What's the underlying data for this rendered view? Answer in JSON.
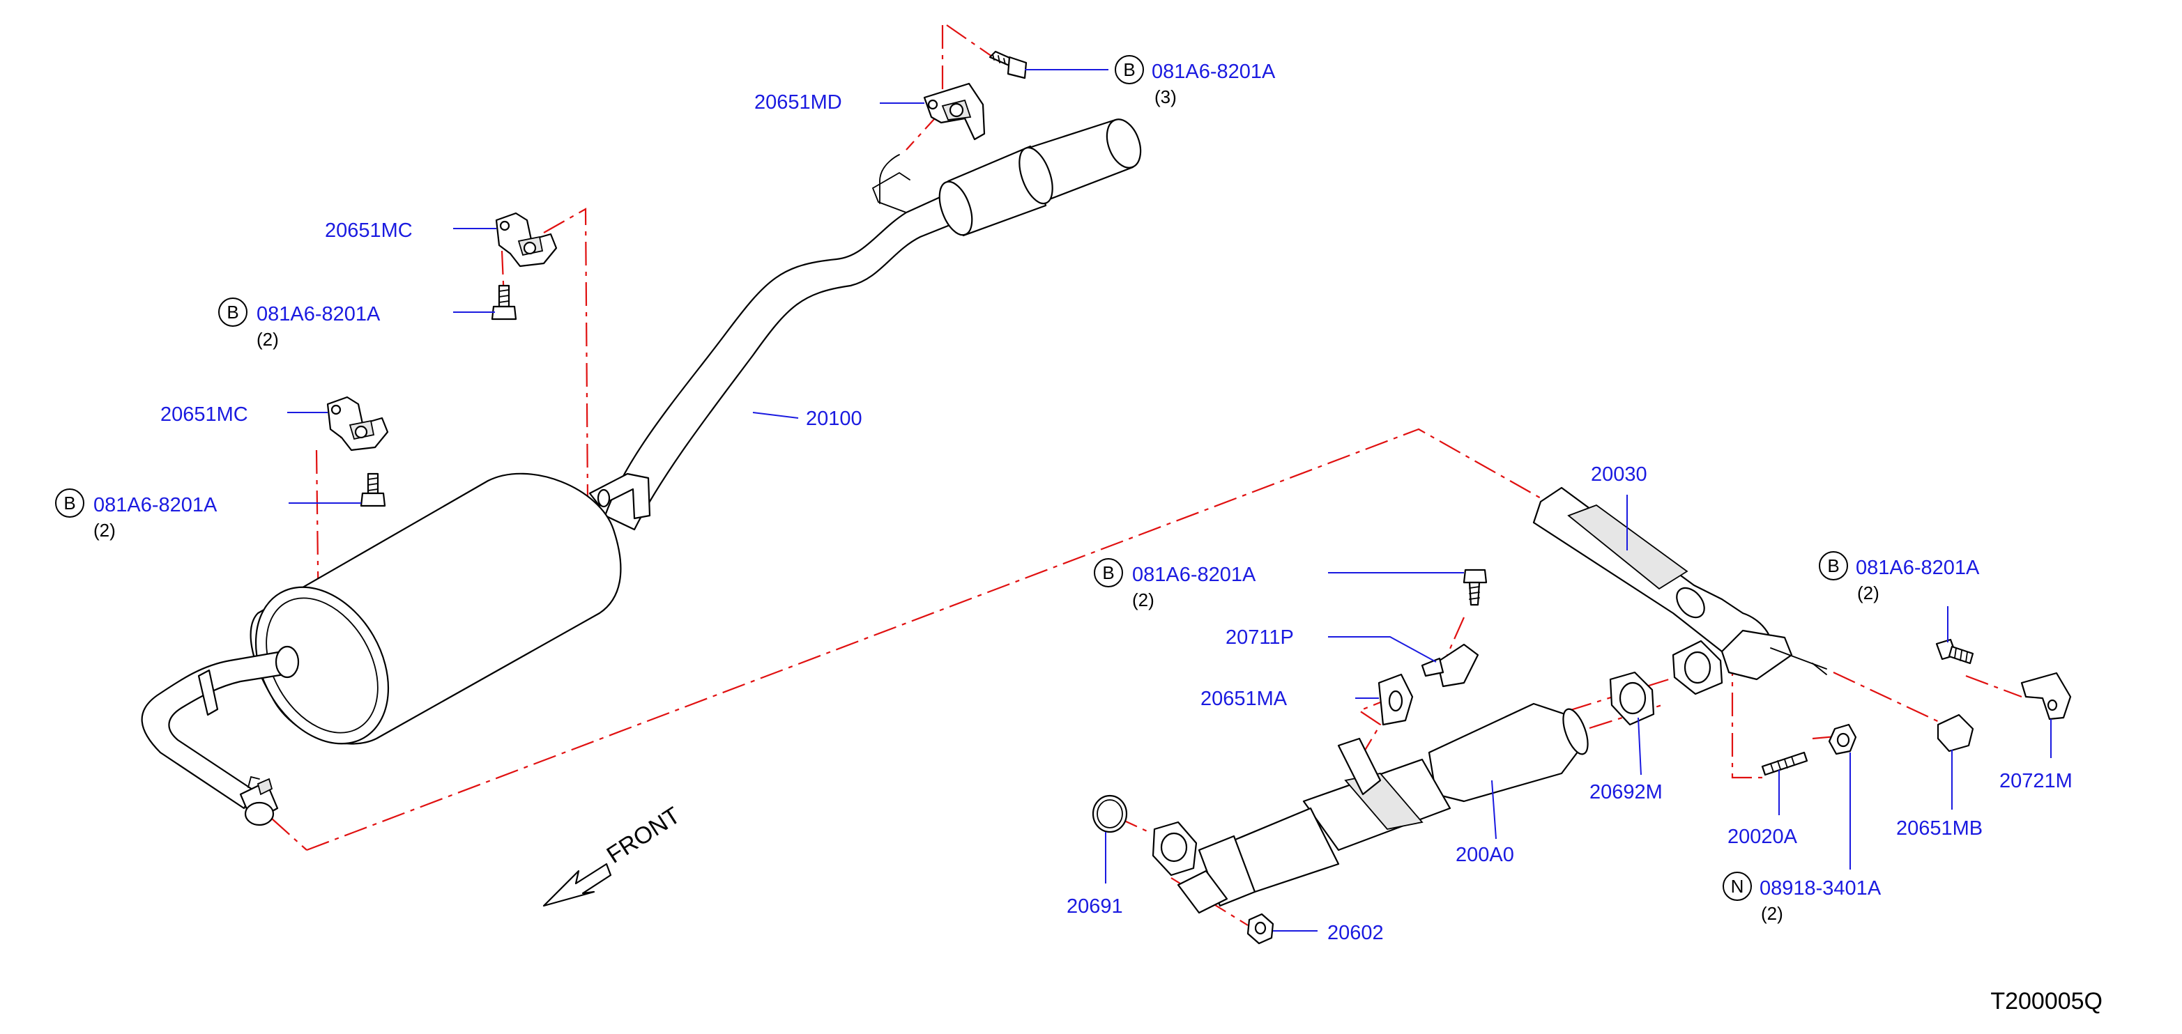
{
  "diagram_id": "T200005Q",
  "front_label": "FRONT",
  "colors": {
    "part_number": "#1a1ae0",
    "callout_line": "#e01010",
    "drawing": "#000000"
  },
  "callouts": [
    {
      "id": "bolt-top",
      "badge": "B",
      "part": "081A6-8201A",
      "qty": "(3)"
    },
    {
      "id": "mount-md",
      "part": "20651MD"
    },
    {
      "id": "mount-mc-upper",
      "part": "20651MC"
    },
    {
      "id": "bolt-mc-upper",
      "badge": "B",
      "part": "081A6-8201A",
      "qty": "(2)"
    },
    {
      "id": "mount-mc-lower",
      "part": "20651MC"
    },
    {
      "id": "bolt-mc-lower",
      "badge": "B",
      "part": "081A6-8201A",
      "qty": "(2)"
    },
    {
      "id": "muffler",
      "part": "20100"
    },
    {
      "id": "front-tube",
      "part": "20030"
    },
    {
      "id": "bolt-center",
      "badge": "B",
      "part": "081A6-8201A",
      "qty": "(2)"
    },
    {
      "id": "bracket-711p",
      "part": "20711P"
    },
    {
      "id": "mount-ma",
      "part": "20651MA"
    },
    {
      "id": "bolt-right",
      "badge": "B",
      "part": "081A6-8201A",
      "qty": "(2)"
    },
    {
      "id": "gasket-692m",
      "part": "20692M"
    },
    {
      "id": "catalyst",
      "part": "200A0"
    },
    {
      "id": "stud-20020a",
      "part": "20020A"
    },
    {
      "id": "mount-mb",
      "part": "20651MB"
    },
    {
      "id": "bracket-721m",
      "part": "20721M"
    },
    {
      "id": "nut-n",
      "badge": "N",
      "part": "08918-3401A",
      "qty": "(2)"
    },
    {
      "id": "ring-20691",
      "part": "20691"
    },
    {
      "id": "nut-20602",
      "part": "20602"
    }
  ]
}
